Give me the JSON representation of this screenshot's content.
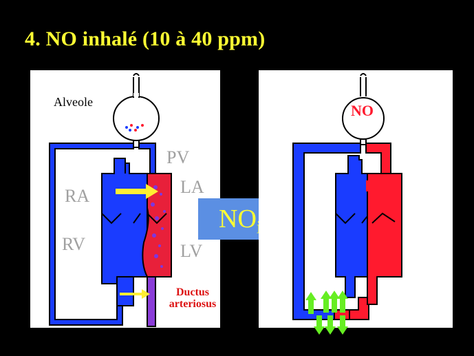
{
  "title": "4. NO inhalé (10 à 40 ppm)",
  "left_panel": {
    "alveole": "Alveole",
    "pv": "PV",
    "ra": "RA",
    "la": "LA",
    "rv": "RV",
    "lv": "LV",
    "ductus_line1": "Ductus",
    "ductus_line2": "arteriosus"
  },
  "center_arrow": {
    "text": "NO",
    "subscript": "i"
  },
  "right_panel": {
    "alveole_label": "NO"
  },
  "colors": {
    "title": "#ffff33",
    "blood_blue": "#1a3cff",
    "blood_red": "#ff1a2e",
    "label_gray": "#a0a0a0",
    "ductus_label": "#dd1111",
    "arrow_blue": "#5b8fe3",
    "flow_arrow": "#ffee33",
    "up_down_arrows": "#66ee22"
  }
}
